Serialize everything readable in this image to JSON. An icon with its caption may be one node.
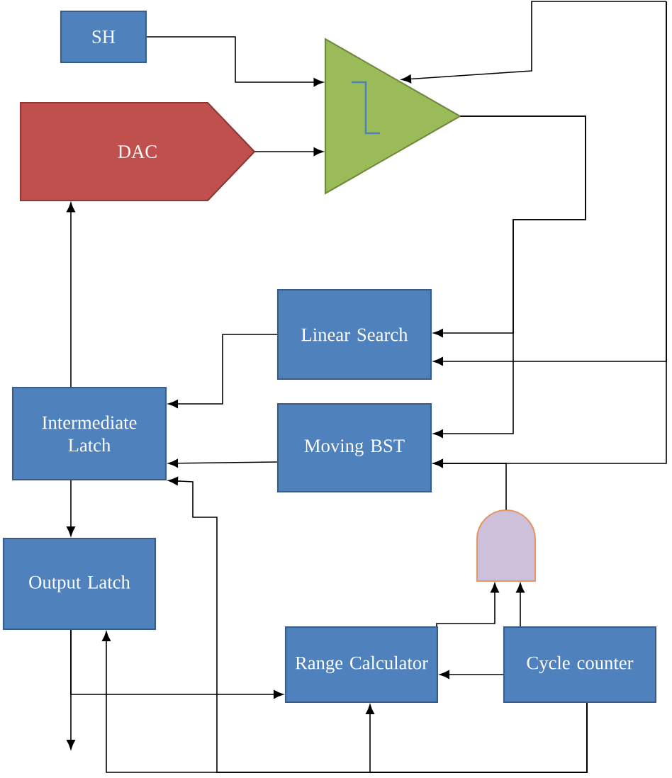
{
  "diagram": {
    "nodes": [
      {
        "text": [
          "SH"
        ]
      },
      {
        "text": [
          "DAC"
        ]
      },
      {
        "text": [],
        "shape": "triangle"
      },
      {
        "text": [
          "Linear Search"
        ]
      },
      {
        "text": [
          "Intermediate Latch"
        ]
      },
      {
        "text": [
          "Moving BST"
        ]
      },
      {
        "text": [],
        "shape": "gate"
      },
      {
        "text": [
          "Output Latch"
        ]
      },
      {
        "text": [
          "Range Calculator"
        ]
      },
      {
        "text": [
          "Cycle counter"
        ]
      }
    ],
    "edges": [
      {
        "from": 0,
        "to": 2,
        "arrow": "to"
      },
      {
        "from": 1,
        "to": 2,
        "arrow": "to"
      },
      {
        "from": null,
        "to": 2,
        "arrow": "to"
      },
      {
        "from": null,
        "to": 3,
        "arrow": "to"
      },
      {
        "from": null,
        "to": 5,
        "arrow": "to"
      },
      {
        "from": 2,
        "to": 3,
        "arrow": "to"
      },
      {
        "from": 2,
        "to": 5,
        "arrow": "to"
      },
      {
        "from": 3,
        "to": 4,
        "arrow": "to"
      },
      {
        "from": 5,
        "to": 4,
        "arrow": "to"
      },
      {
        "from": 4,
        "to": 1,
        "arrow": "to"
      },
      {
        "from": 4,
        "to": 7,
        "arrow": "to"
      },
      {
        "from": 6,
        "to": 5,
        "arrow": "to"
      },
      {
        "from": 8,
        "to": 6,
        "arrow": "to"
      },
      {
        "from": 9,
        "to": 6,
        "arrow": "to"
      },
      {
        "from": 9,
        "to": 8,
        "arrow": "to"
      },
      {
        "from": 7,
        "to": 8,
        "arrow": "to"
      },
      {
        "from": 7,
        "to": null,
        "arrow": "to"
      },
      {
        "from": 9,
        "to": 7,
        "arrow": "to"
      },
      {
        "from": 9,
        "to": 8,
        "arrow": "to"
      },
      {
        "from": 9,
        "to": 4,
        "arrow": "to"
      }
    ]
  }
}
